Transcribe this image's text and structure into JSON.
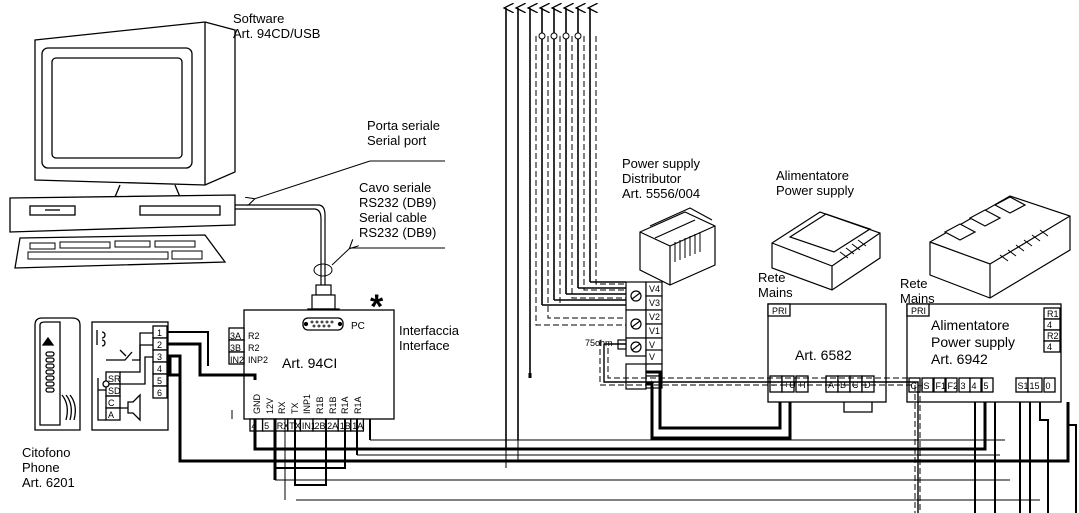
{
  "labels": {
    "software": [
      "Software",
      "Art. 94CD/USB"
    ],
    "serial_port": [
      "Porta seriale",
      "Serial port"
    ],
    "serial_cable": [
      "Cavo seriale",
      "RS232 (DB9)",
      "Serial cable",
      "RS232 (DB9)"
    ],
    "interface": [
      "Interfaccia",
      "Interface"
    ],
    "interface_model": "Art. 94CI",
    "pc_port": "PC",
    "asterisk": "*",
    "phone": [
      "Citofono",
      "Phone",
      "Art. 6201"
    ],
    "distributor": [
      "Power supply",
      "Distributor",
      "Art. 5556/004"
    ],
    "power_supply_6582": [
      "Alimentatore",
      "Power supply"
    ],
    "model_6582": "Art. 6582",
    "mains_1": [
      "Rete",
      "Mains"
    ],
    "mains_2": [
      "Rete",
      "Mains"
    ],
    "power_supply_6942": [
      "Alimentatore",
      "Power supply",
      "Art. 6942"
    ],
    "pri_1": "PRI",
    "pri_2": "PRI",
    "ohm": "75ohm"
  },
  "terminals": {
    "interface_left": [
      "3A",
      "3B",
      "IN2"
    ],
    "interface_left_desc": [
      "R2",
      "R2",
      "INP2"
    ],
    "interface_bottom": [
      "4",
      "5",
      "RX",
      "TX",
      "IN1",
      "2B",
      "2A",
      "1B",
      "1A"
    ],
    "interface_vertical": [
      "GND",
      "12V",
      "RX",
      "TX",
      "INP1",
      "R1B",
      "R1B",
      "R1A",
      "R1A"
    ],
    "phone_block": [
      "1",
      "2",
      "3",
      "4",
      "5",
      "6"
    ],
    "phone_inner": [
      "SR",
      "SD",
      "C",
      "A"
    ],
    "distributor": [
      "V4",
      "V3",
      "V2",
      "V1",
      "V",
      "V",
      "-",
      "+"
    ],
    "psu_6582_bottom": [
      "-",
      "+U",
      "+I",
      "A",
      "B",
      "C",
      "D"
    ],
    "psu_6942_bottom": [
      "CH",
      "S",
      "F1",
      "F2",
      "3",
      "4",
      "5",
      "S1",
      "15",
      "0"
    ],
    "psu_6942_right": [
      "R1",
      "4",
      "R2",
      "4"
    ]
  }
}
